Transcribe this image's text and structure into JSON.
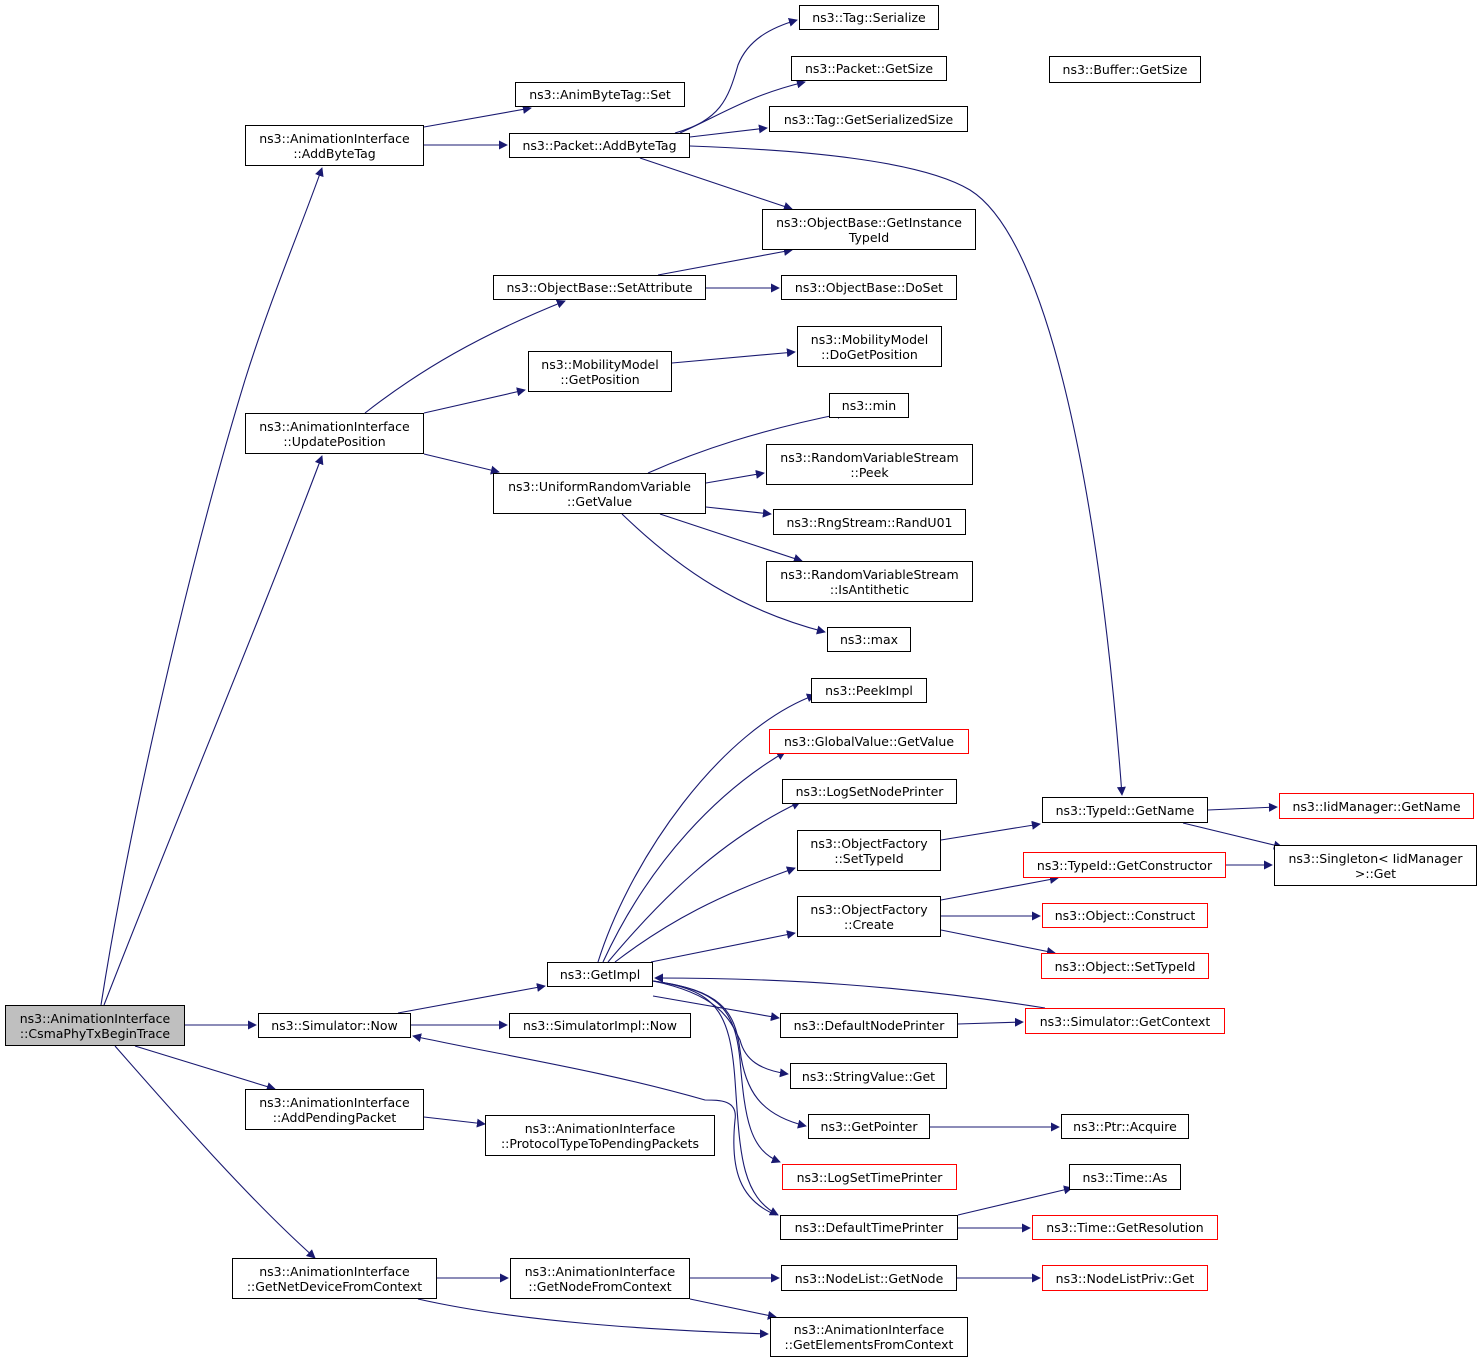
{
  "colors": {
    "edge": "#191970",
    "node_border": "#000000",
    "truncated_border": "#ff0000",
    "root_fill": "#bfbfbf"
  },
  "nodes": [
    {
      "id": "root",
      "lines": [
        "ns3::AnimationInterface",
        "::CsmaPhyTxBeginTrace"
      ],
      "root": true
    },
    {
      "id": "addbytetag",
      "lines": [
        "ns3::AnimationInterface",
        "::AddByteTag"
      ]
    },
    {
      "id": "updatepos",
      "lines": [
        "ns3::AnimationInterface",
        "::UpdatePosition"
      ]
    },
    {
      "id": "simnow",
      "lines": [
        "ns3::Simulator::Now"
      ]
    },
    {
      "id": "addpending",
      "lines": [
        "ns3::AnimationInterface",
        "::AddPendingPacket"
      ]
    },
    {
      "id": "getnetdev",
      "lines": [
        "ns3::AnimationInterface",
        "::GetNetDeviceFromContext"
      ]
    },
    {
      "id": "animbytetagset",
      "lines": [
        "ns3::AnimByteTag::Set"
      ]
    },
    {
      "id": "pktaddbytetag",
      "lines": [
        "ns3::Packet::AddByteTag"
      ]
    },
    {
      "id": "objsetattr",
      "lines": [
        "ns3::ObjectBase::SetAttribute"
      ]
    },
    {
      "id": "mobgetpos",
      "lines": [
        "ns3::MobilityModel",
        "::GetPosition"
      ]
    },
    {
      "id": "urvgetvalue",
      "lines": [
        "ns3::UniformRandomVariable",
        "::GetValue"
      ]
    },
    {
      "id": "getimpl",
      "lines": [
        "ns3::GetImpl"
      ]
    },
    {
      "id": "simimplnow",
      "lines": [
        "ns3::SimulatorImpl::Now"
      ]
    },
    {
      "id": "prototype",
      "lines": [
        "ns3::AnimationInterface",
        "::ProtocolTypeToPendingPackets"
      ]
    },
    {
      "id": "getnodectx",
      "lines": [
        "ns3::AnimationInterface",
        "::GetNodeFromContext"
      ]
    },
    {
      "id": "tagser",
      "lines": [
        "ns3::Tag::Serialize"
      ]
    },
    {
      "id": "pktgetsize",
      "lines": [
        "ns3::Packet::GetSize"
      ]
    },
    {
      "id": "buffergetsize",
      "lines": [
        "ns3::Buffer::GetSize"
      ]
    },
    {
      "id": "taggetsersize",
      "lines": [
        "ns3::Tag::GetSerializedSize"
      ]
    },
    {
      "id": "objgetinst",
      "lines": [
        "ns3::ObjectBase::GetInstance",
        "TypeId"
      ]
    },
    {
      "id": "objdoset",
      "lines": [
        "ns3::ObjectBase::DoSet"
      ]
    },
    {
      "id": "mobdogetpos",
      "lines": [
        "ns3::MobilityModel",
        "::DoGetPosition"
      ]
    },
    {
      "id": "min",
      "lines": [
        "ns3::min"
      ]
    },
    {
      "id": "rvspeek",
      "lines": [
        "ns3::RandomVariableStream",
        "::Peek"
      ]
    },
    {
      "id": "rngrand",
      "lines": [
        "ns3::RngStream::RandU01"
      ]
    },
    {
      "id": "rvsanti",
      "lines": [
        "ns3::RandomVariableStream",
        "::IsAntithetic"
      ]
    },
    {
      "id": "max",
      "lines": [
        "ns3::max"
      ]
    },
    {
      "id": "peekimpl",
      "lines": [
        "ns3::PeekImpl"
      ]
    },
    {
      "id": "gvgetvalue",
      "lines": [
        "ns3::GlobalValue::GetValue"
      ],
      "truncated": true
    },
    {
      "id": "logsetnode",
      "lines": [
        "ns3::LogSetNodePrinter"
      ]
    },
    {
      "id": "ofsettypeid",
      "lines": [
        "ns3::ObjectFactory",
        "::SetTypeId"
      ]
    },
    {
      "id": "ofcreate",
      "lines": [
        "ns3::ObjectFactory",
        "::Create"
      ]
    },
    {
      "id": "defnodeprinter",
      "lines": [
        "ns3::DefaultNodePrinter"
      ]
    },
    {
      "id": "strvalget",
      "lines": [
        "ns3::StringValue::Get"
      ]
    },
    {
      "id": "getpointer",
      "lines": [
        "ns3::GetPointer"
      ]
    },
    {
      "id": "logsettime",
      "lines": [
        "ns3::LogSetTimePrinter"
      ],
      "truncated": true
    },
    {
      "id": "deftimeprinter",
      "lines": [
        "ns3::DefaultTimePrinter"
      ]
    },
    {
      "id": "nodelistget",
      "lines": [
        "ns3::NodeList::GetNode"
      ]
    },
    {
      "id": "getelements",
      "lines": [
        "ns3::AnimationInterface",
        "::GetElementsFromContext"
      ]
    },
    {
      "id": "typeidgetname",
      "lines": [
        "ns3::TypeId::GetName"
      ]
    },
    {
      "id": "iidgetname",
      "lines": [
        "ns3::IidManager::GetName"
      ],
      "truncated": true
    },
    {
      "id": "singletonget",
      "lines": [
        "ns3::Singleton< IidManager",
        ">::Get"
      ]
    },
    {
      "id": "typeidgetctor",
      "lines": [
        "ns3::TypeId::GetConstructor"
      ],
      "truncated": true
    },
    {
      "id": "objconstruct",
      "lines": [
        "ns3::Object::Construct"
      ],
      "truncated": true
    },
    {
      "id": "objsettypeid",
      "lines": [
        "ns3::Object::SetTypeId"
      ],
      "truncated": true
    },
    {
      "id": "simgetctx",
      "lines": [
        "ns3::Simulator::GetContext"
      ],
      "truncated": true
    },
    {
      "id": "ptracquire",
      "lines": [
        "ns3::Ptr::Acquire"
      ]
    },
    {
      "id": "timeas",
      "lines": [
        "ns3::Time::As"
      ]
    },
    {
      "id": "timegetres",
      "lines": [
        "ns3::Time::GetResolution"
      ],
      "truncated": true
    },
    {
      "id": "nodelistprivget",
      "lines": [
        "ns3::NodeListPriv::Get"
      ],
      "truncated": true
    }
  ]
}
